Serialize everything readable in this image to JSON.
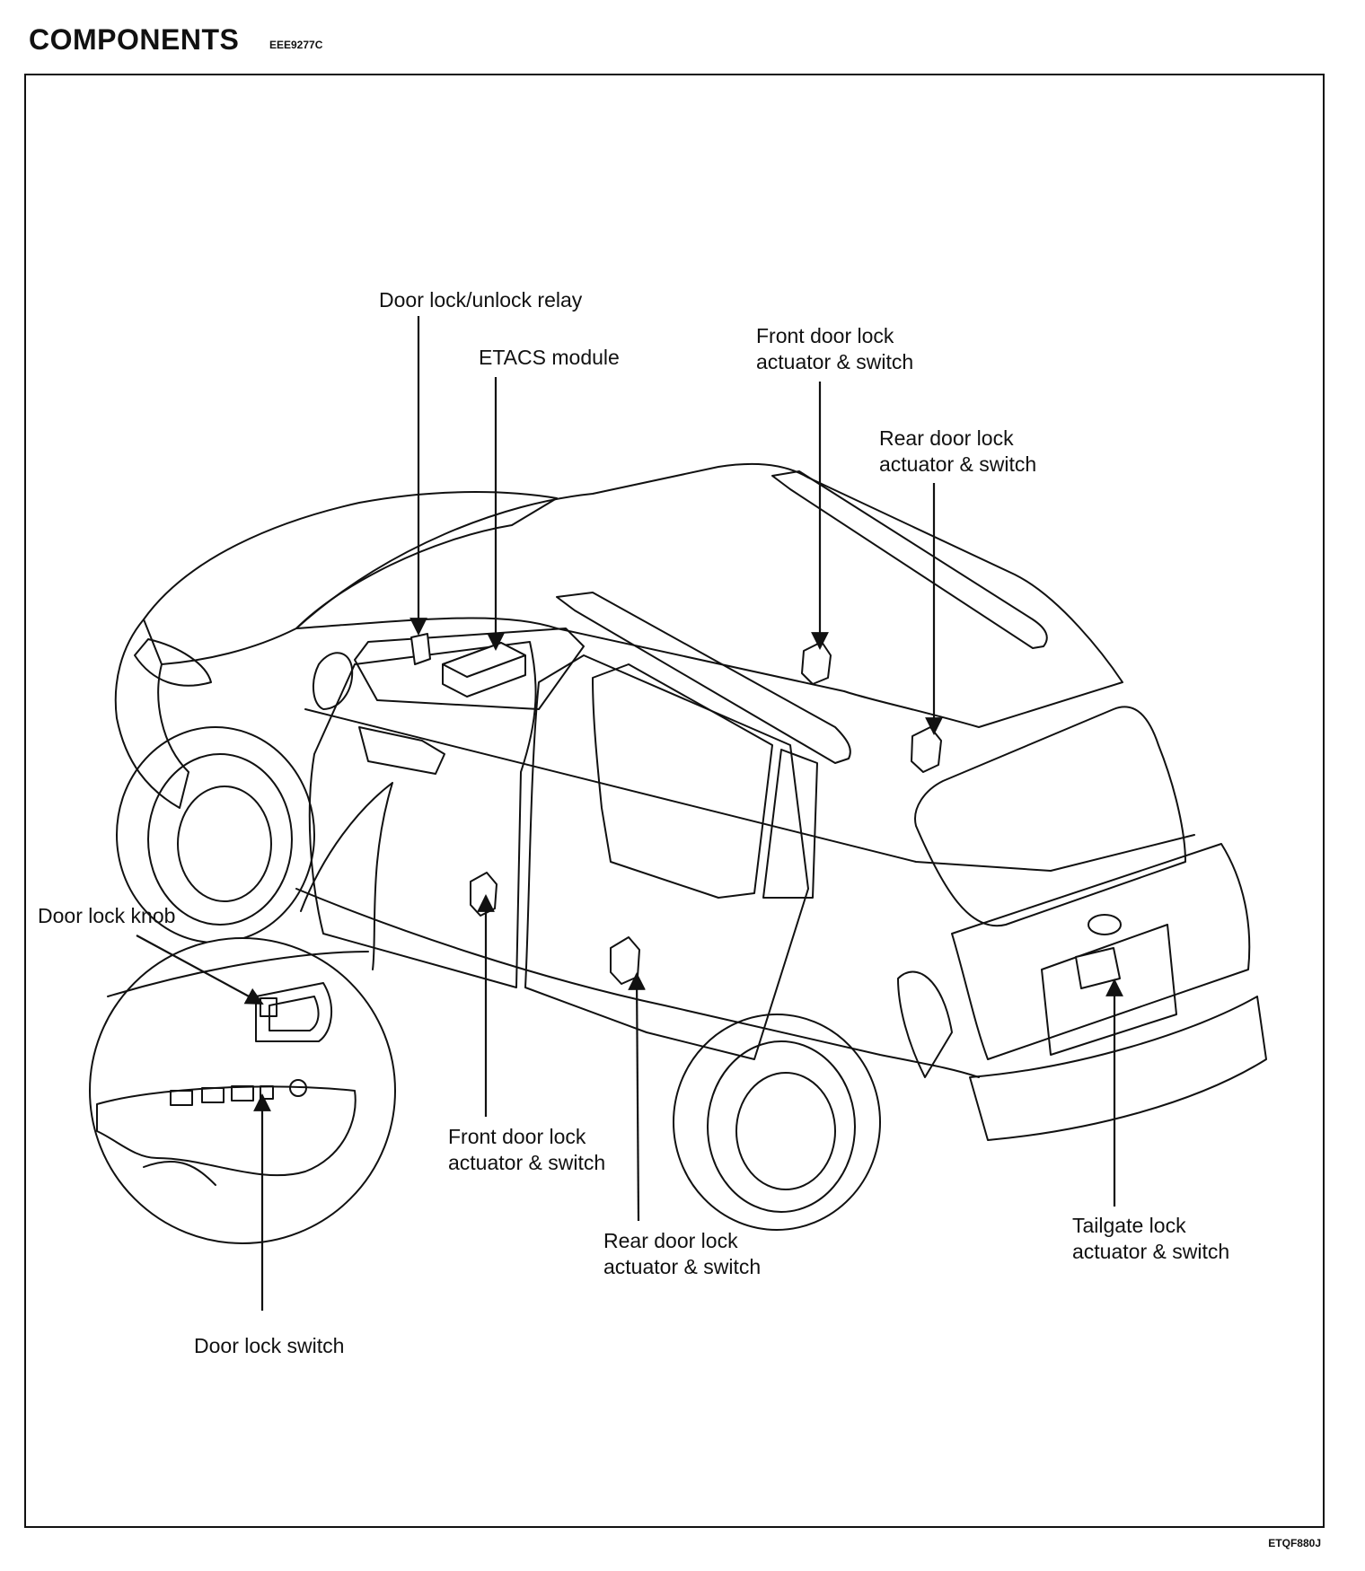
{
  "header": {
    "title": "COMPONENTS",
    "code": "EEE9277C"
  },
  "figure_code": "ETQF880J",
  "labels": {
    "relay": "Door lock/unlock relay",
    "etacs": "ETACS module",
    "front_top_1": "Front door lock",
    "front_top_2": "actuator & switch",
    "rear_top_1": "Rear door lock",
    "rear_top_2": "actuator & switch",
    "knob": "Door lock knob",
    "front_bottom_1": "Front door lock",
    "front_bottom_2": "actuator & switch",
    "rear_bottom_1": "Rear door lock",
    "rear_bottom_2": "actuator & switch",
    "tailgate_1": "Tailgate lock",
    "tailgate_2": "actuator & switch",
    "switch": "Door lock switch"
  }
}
